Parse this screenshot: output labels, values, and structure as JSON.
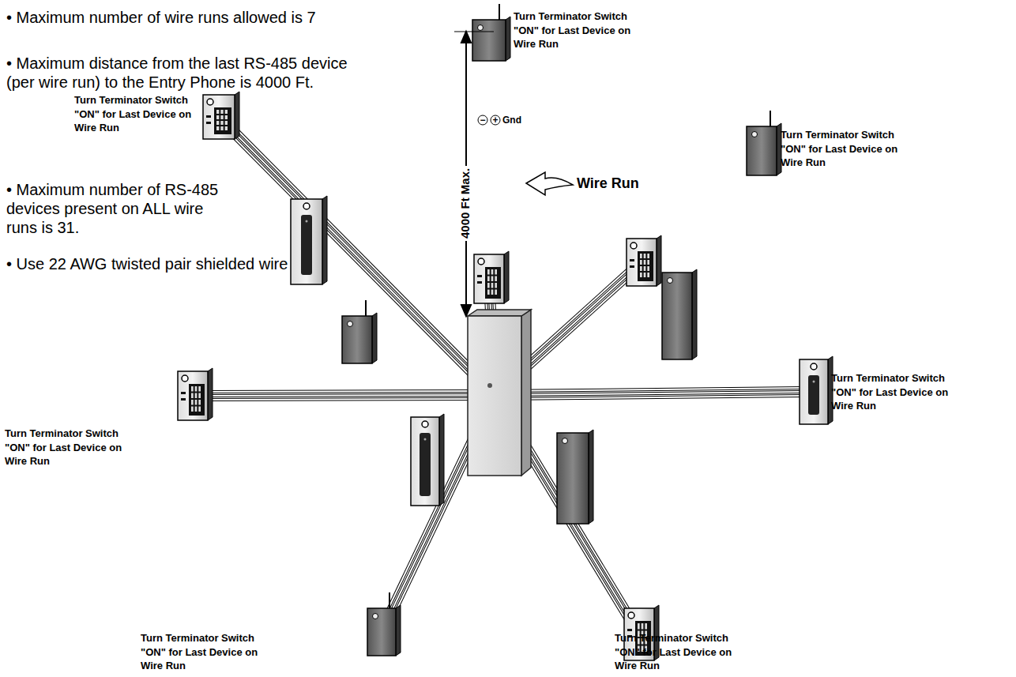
{
  "diagram": {
    "labels": [
      "• Maximum number of wire runs allowed is 7",
      "• Maximum distance from the last RS-485 device (per wire run) to the Entry Phone is 4000 Ft.",
      "• Maximum number of RS-485 devices present on ALL wire runs is 31.",
      "• Use 22 AWG twisted pair shielded wire",
      "Turn Terminator Switch \"ON\" for Last Device on Wire Run",
      "Turn Terminator Switch \"ON\" for Last Device on Wire Run",
      "Turn Terminator Switch \"ON\" for Last Device on Wire Run",
      "Turn Terminator Switch \"ON\" for Last Device on Wire Run",
      "Turn Terminator Switch \"ON\" for Last Device on Wire Run",
      "Turn Terminator Switch \"ON\" for Last Device on Wire Run",
      "Turn Terminator Switch \"ON\" for Last Device on Wire Run",
      "4000 Ft Max.",
      "Wire Run",
      "−",
      "+",
      "Gnd"
    ]
  }
}
